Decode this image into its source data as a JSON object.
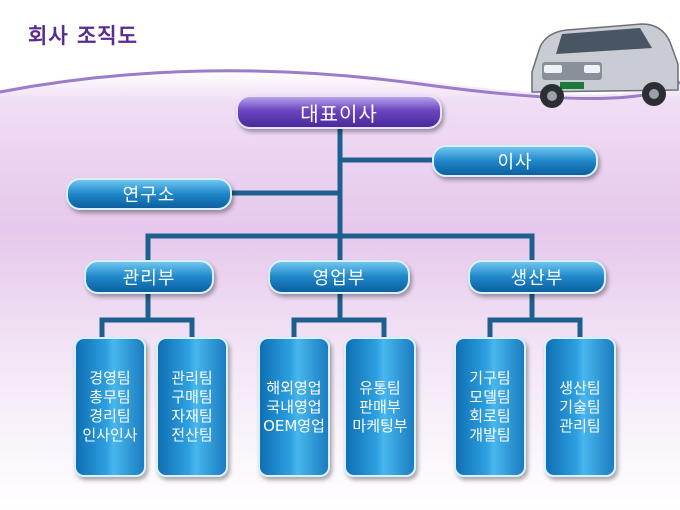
{
  "title": "회사 조직도",
  "ceo": "대표이사",
  "director": "이사",
  "research": "연구소",
  "departments": [
    "관리부",
    "영업부",
    "생산부"
  ],
  "teams": [
    [
      "경영팀",
      "총무팀",
      "경리팀",
      "인사인사"
    ],
    [
      "관리팀",
      "구매팀",
      "자재팀",
      "전산팀"
    ],
    [
      "해외영업",
      "국내영업",
      "OEM영업"
    ],
    [
      "유통팀",
      "판매부",
      "마케팅부"
    ],
    [
      "기구팀",
      "모델팀",
      "회로팀",
      "개발팀"
    ],
    [
      "생산팀",
      "기술팀",
      "관리팀"
    ]
  ],
  "colors": {
    "title": "#5a2a8c",
    "ceo": "#5a35b0",
    "node": "#1f87c9",
    "line": "#1e5f8e"
  }
}
